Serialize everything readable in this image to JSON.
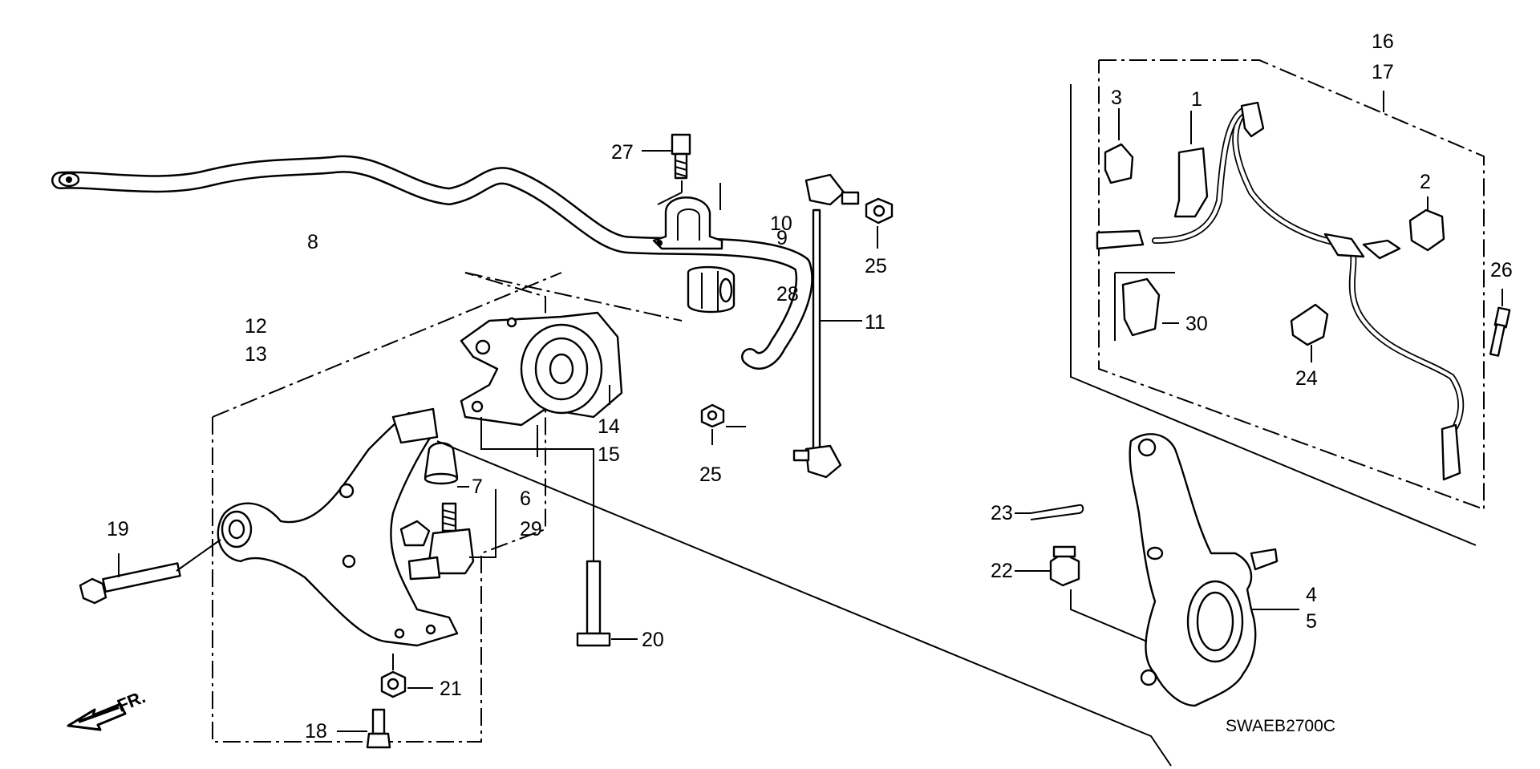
{
  "diagram": {
    "drawing_code": "SWAEB2700C",
    "front_indicator": "FR.",
    "callouts": {
      "c1": "1",
      "c2": "2",
      "c3": "3",
      "c4": "4",
      "c5": "5",
      "c6": "6",
      "c7": "7",
      "c8": "8",
      "c9": "9",
      "c10": "10",
      "c11": "11",
      "c12": "12",
      "c13": "13",
      "c14": "14",
      "c15": "15",
      "c16": "16",
      "c17": "17",
      "c18": "18",
      "c19": "19",
      "c20": "20",
      "c21": "21",
      "c22": "22",
      "c23": "23",
      "c24": "24",
      "c25a": "25",
      "c25b": "25",
      "c26": "26",
      "c27": "27",
      "c28": "28",
      "c29": "29",
      "c30": "30"
    },
    "icons": [
      "front-arrow-icon"
    ]
  }
}
